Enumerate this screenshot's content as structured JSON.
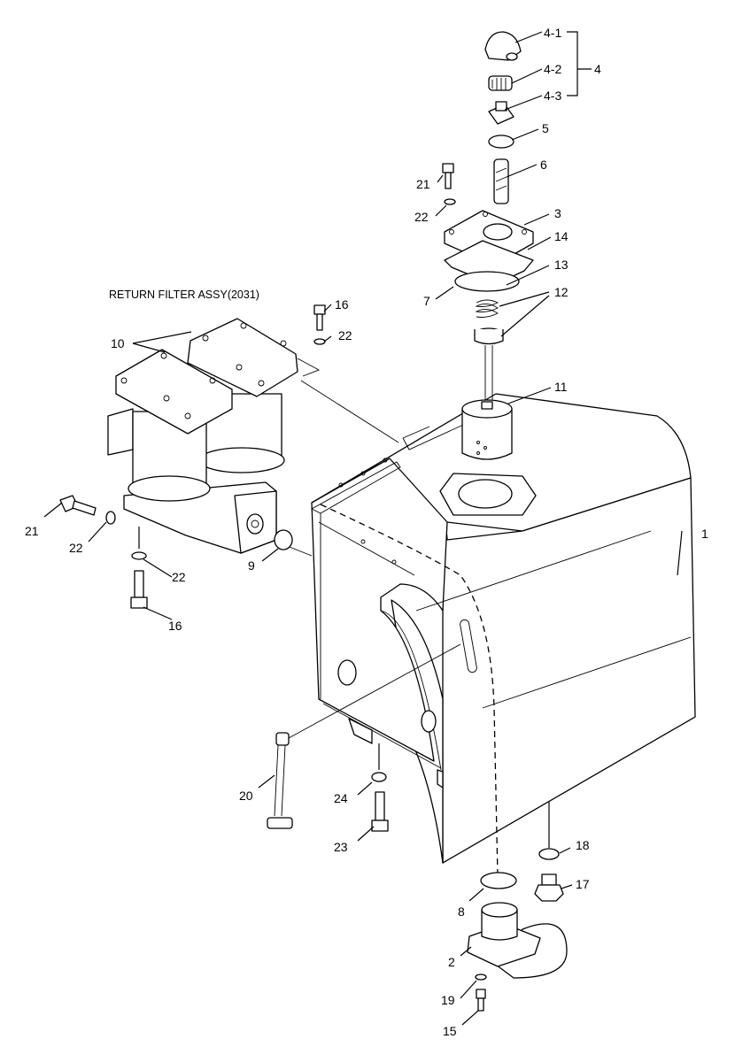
{
  "title": "RETURN FILTER ASSY(2031)",
  "labels": {
    "l1": "1",
    "l2": "2",
    "l3": "3",
    "l4": "4",
    "l4_1": "4-1",
    "l4_2": "4-2",
    "l4_3": "4-3",
    "l5": "5",
    "l6": "6",
    "l7": "7",
    "l8": "8",
    "l9": "9",
    "l10": "10",
    "l11": "11",
    "l12": "12",
    "l13": "13",
    "l14": "14",
    "l15": "15",
    "l16a": "16",
    "l16b": "16",
    "l17": "17",
    "l18": "18",
    "l19": "19",
    "l20": "20",
    "l21a": "21",
    "l21b": "21",
    "l22a": "22",
    "l22b": "22",
    "l22c": "22",
    "l22d": "22",
    "l23": "23",
    "l24": "24"
  }
}
